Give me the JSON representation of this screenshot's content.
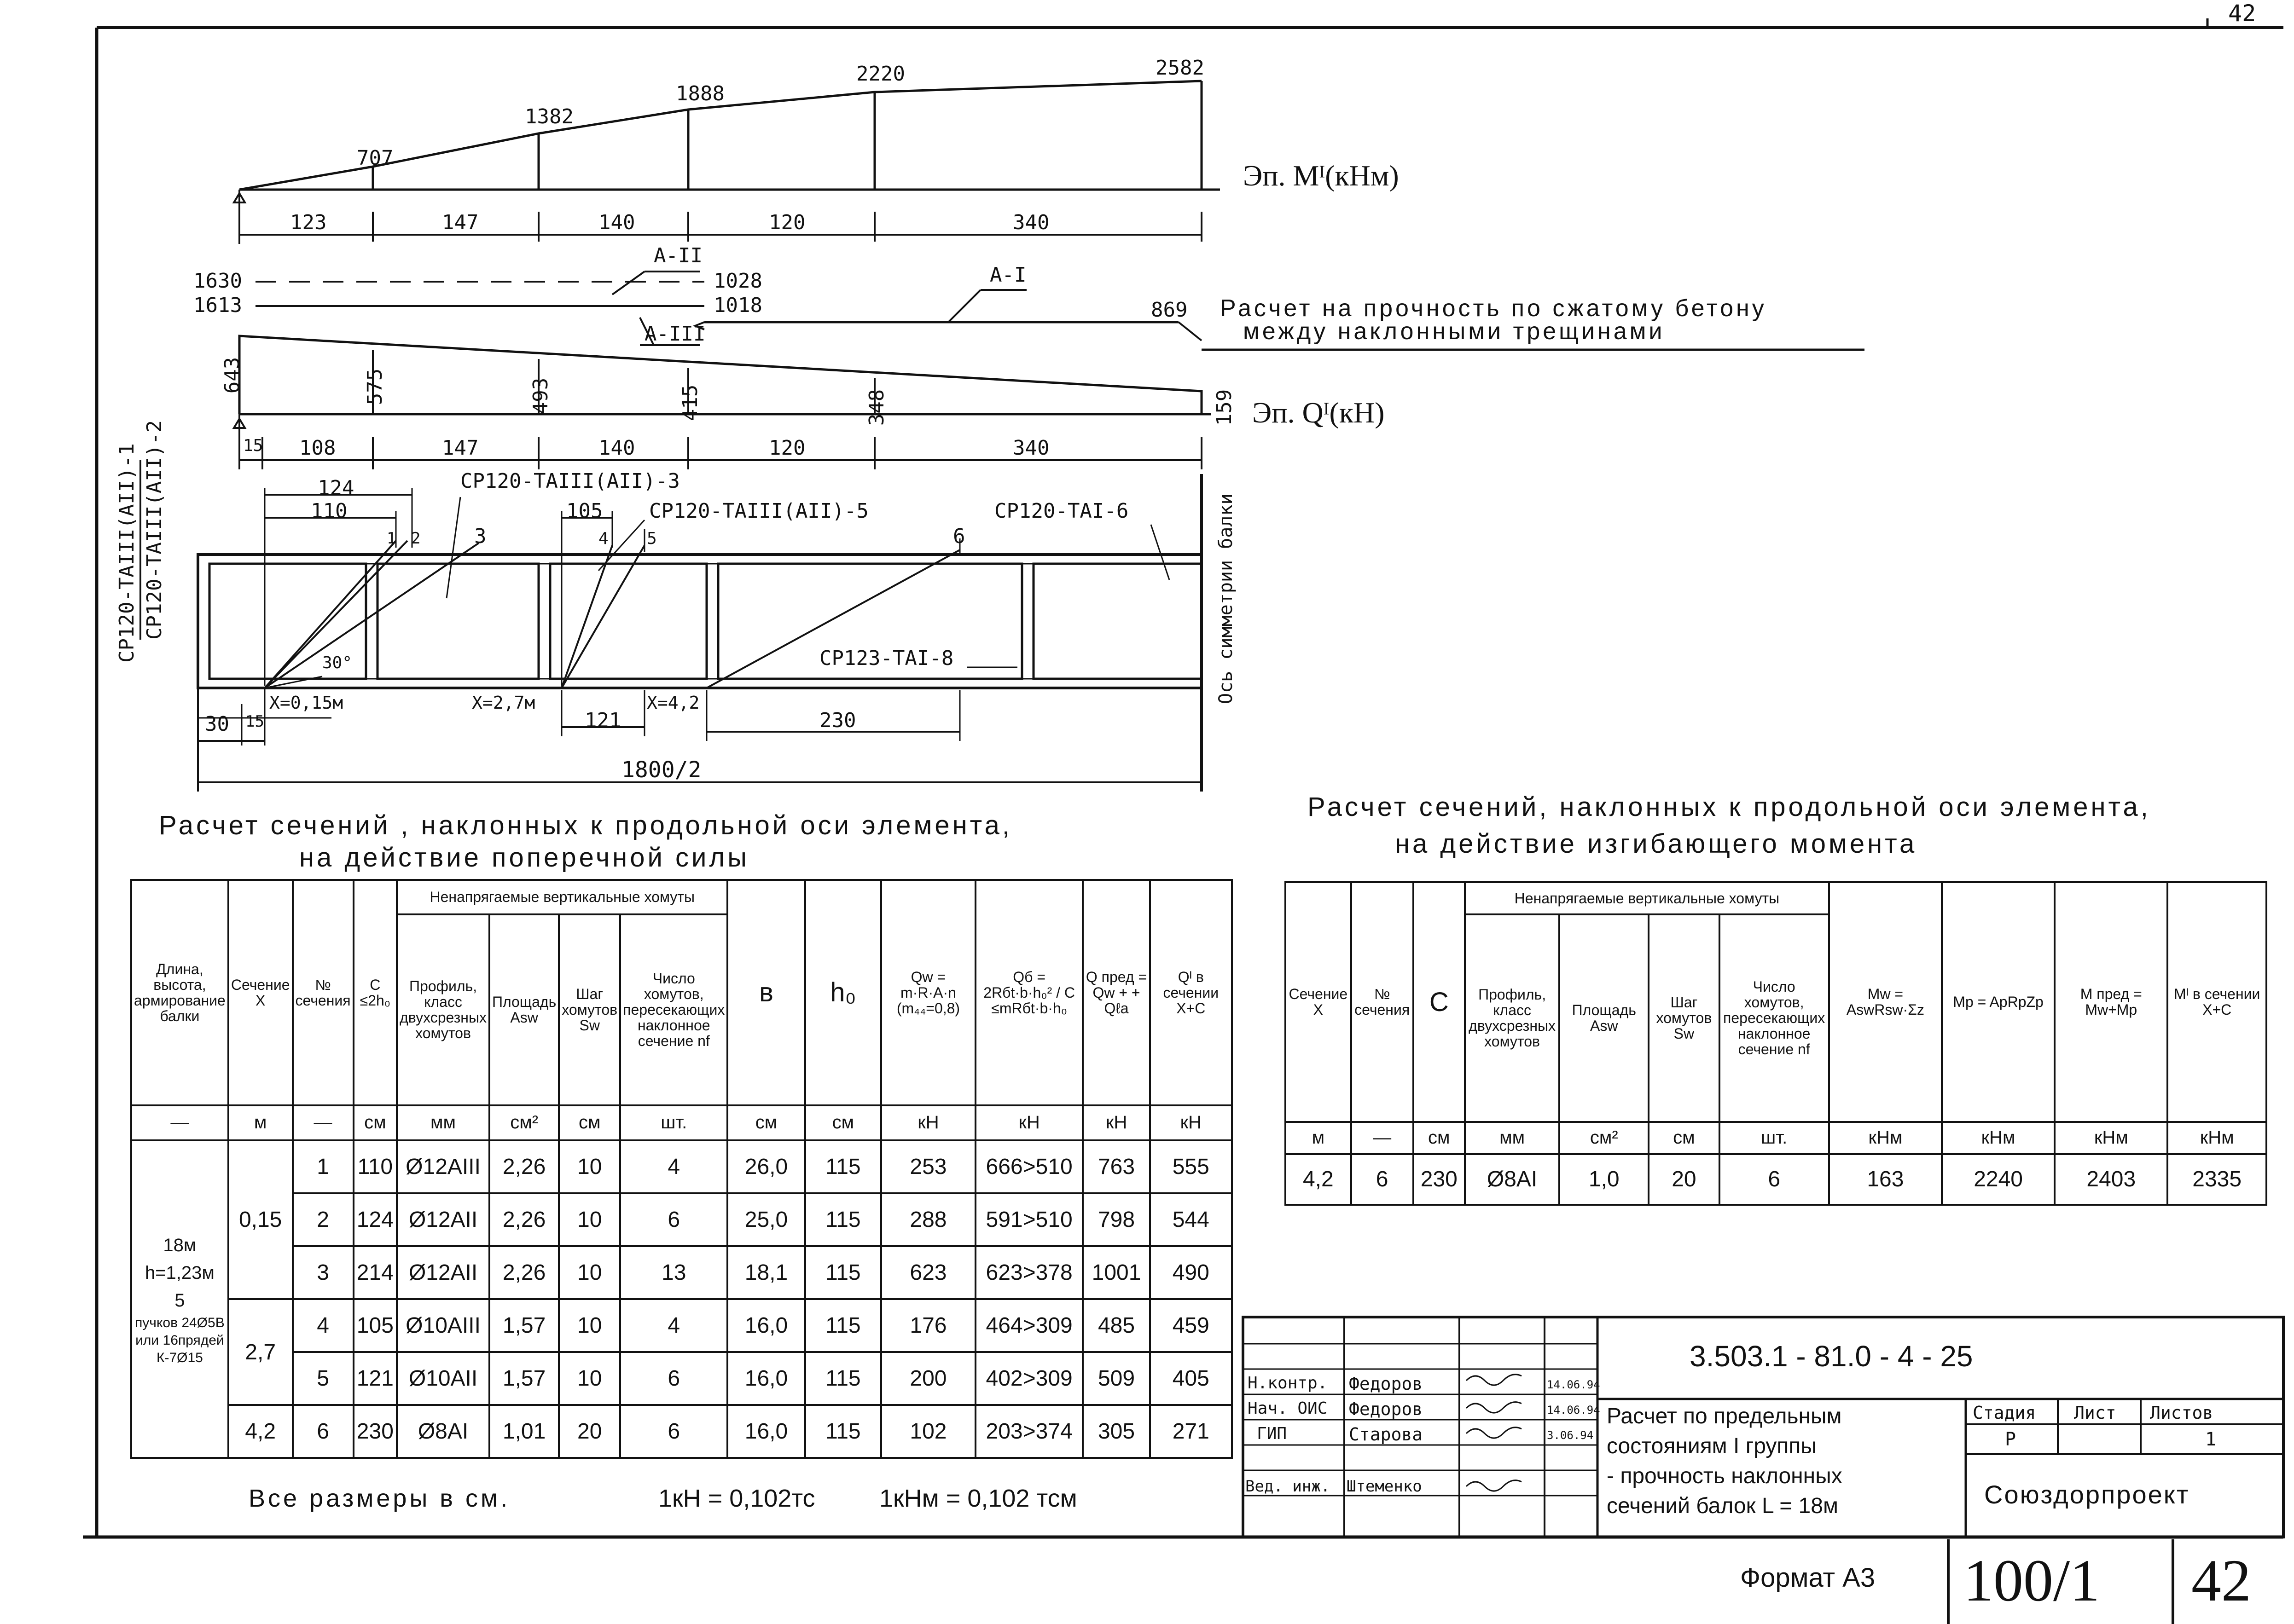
{
  "corner_page": "42",
  "moment_diagram": {
    "label": "Эп. Mᴵ(кНм)",
    "values": [
      "707",
      "1382",
      "1888",
      "2220",
      "2582"
    ],
    "spans": [
      "123",
      "147",
      "140",
      "120",
      "340"
    ]
  },
  "strength_lines": {
    "left_values": [
      "1630",
      "1613"
    ],
    "mid_values": [
      "1028",
      "1018"
    ],
    "end_value": "869",
    "labels": [
      "А-II",
      "А-I",
      "А-III"
    ],
    "note_line1": "Расчет на прочность по сжатому бетону",
    "note_line2": "между наклонными трещинами"
  },
  "shear_diagram": {
    "label": "Эп. Qᴵ(кН)",
    "values": [
      "643",
      "575",
      "493",
      "415",
      "348",
      "159"
    ],
    "spans": [
      "15",
      "108",
      "147",
      "140",
      "120",
      "340"
    ]
  },
  "beam": {
    "dims_top": [
      "124",
      "110",
      "105"
    ],
    "section_numbers": [
      "1",
      "2",
      "3",
      "4",
      "5",
      "6"
    ],
    "rebar_labels": [
      "СР120-ТАIII(АII)-1",
      "СР120-ТАIII(АII)-2",
      "СР120-ТАIII(АII)-3",
      "СР120-ТАIII(АII)-5",
      "СР120-ТАI-6",
      "СР123-ТАI-8"
    ],
    "angle": "30°",
    "x_marks": [
      "X=0,15м",
      "X=2,7м",
      "X=4,2"
    ],
    "bottom_dims": [
      "30",
      "15",
      "121",
      "230"
    ],
    "total": "1800/2",
    "axis_label": "Ось симметрии балки"
  },
  "table1": {
    "title_line1": "Расчет сечений , наклонных к продольной оси элемента,",
    "title_line2": "на действие поперечной силы",
    "headers": {
      "length": "Длина, высота, армирование балки",
      "section": "Сечение X",
      "number": "№ сечения",
      "c": "C ≤2h₀",
      "group": "Ненапрягаемые вертикальные хомуты",
      "profile": "Профиль, класс двухсрезных хомутов",
      "area": "Площадь Asw",
      "step": "Шаг хомутов Sw",
      "count": "Число хомутов, пересекающих наклонное сечение nf",
      "b": "в",
      "h0": "h₀",
      "qw": "Qw = m·R·A·n (m₄₄=0,8)",
      "qb": "Qб = 2Rбt·b·h₀² / C ≤mRбt·b·h₀",
      "qpred": "Q пред = Qw + + Qℓa",
      "qi": "Qᴵ в сечении X+C"
    },
    "units": [
      "—",
      "м",
      "—",
      "см",
      "мм",
      "см²",
      "см",
      "шт.",
      "см",
      "см",
      "кН",
      "кН",
      "кН",
      "кН"
    ],
    "beam_text": [
      "18м",
      "h=1,23м",
      "5",
      "пучков 24Ø5В или 16прядей К-7Ø15"
    ],
    "rows": [
      {
        "x": "0,15",
        "n": "1",
        "c": "110",
        "profile": "Ø12АIII",
        "a": "2,26",
        "s": "10",
        "nf": "4",
        "b": "26,0",
        "h0": "115",
        "qw": "253",
        "qb": "666>510",
        "qp": "763",
        "qi": "555"
      },
      {
        "x": "",
        "n": "2",
        "c": "124",
        "profile": "Ø12АII",
        "a": "2,26",
        "s": "10",
        "nf": "6",
        "b": "25,0",
        "h0": "115",
        "qw": "288",
        "qb": "591>510",
        "qp": "798",
        "qi": "544"
      },
      {
        "x": "",
        "n": "3",
        "c": "214",
        "profile": "Ø12АII",
        "a": "2,26",
        "s": "10",
        "nf": "13",
        "b": "18,1",
        "h0": "115",
        "qw": "623",
        "qb": "623>378",
        "qp": "1001",
        "qi": "490"
      },
      {
        "x": "2,7",
        "n": "4",
        "c": "105",
        "profile": "Ø10АIII",
        "a": "1,57",
        "s": "10",
        "nf": "4",
        "b": "16,0",
        "h0": "115",
        "qw": "176",
        "qb": "464>309",
        "qp": "485",
        "qi": "459"
      },
      {
        "x": "",
        "n": "5",
        "c": "121",
        "profile": "Ø10АII",
        "a": "1,57",
        "s": "10",
        "nf": "6",
        "b": "16,0",
        "h0": "115",
        "qw": "200",
        "qb": "402>309",
        "qp": "509",
        "qi": "405"
      },
      {
        "x": "4,2",
        "n": "6",
        "c": "230",
        "profile": "Ø8АI",
        "a": "1,01",
        "s": "20",
        "nf": "6",
        "b": "16,0",
        "h0": "115",
        "qw": "102",
        "qb": "203>374",
        "qp": "305",
        "qi": "271"
      }
    ]
  },
  "table2": {
    "title_line1": "Расчет сечений, наклонных к продольной оси элемента,",
    "title_line2": "на действие изгибающего момента",
    "headers": {
      "section": "Сечение X",
      "number": "№ сечения",
      "c": "C",
      "group": "Ненапрягаемые вертикальные хомуты",
      "profile": "Профиль, класс двухсрезных хомутов",
      "area": "Площадь Asw",
      "step": "Шаг хомутов Sw",
      "count": "Число хомутов, пересекающих наклонное сечение nf",
      "mw": "Mw = AswRsw·Σz",
      "mp": "Mp = ApRpZp",
      "mpred": "M пред = Mw+Mp",
      "mi": "Mᴵ в сечении X+C"
    },
    "units": [
      "м",
      "—",
      "см",
      "мм",
      "см²",
      "см",
      "шт.",
      "кНм",
      "кНм",
      "кНм",
      "кНм"
    ],
    "row": {
      "x": "4,2",
      "n": "6",
      "c": "230",
      "profile": "Ø8АI",
      "a": "1,0",
      "s": "20",
      "nf": "6",
      "mw": "163",
      "mp": "2240",
      "mpred": "2403",
      "mi": "2335"
    }
  },
  "notes": {
    "sizes": "Все размеры в см.",
    "conv1": "1кН = 0,102тс",
    "conv2": "1кНм = 0,102 тсм"
  },
  "title_block": {
    "code": "3.503.1 - 81.0 - 4 - 25",
    "roles": [
      "Н.контр.",
      "Нач. ОИС",
      "ГИП",
      "Вед. инж."
    ],
    "names": [
      "Федоров",
      "Федоров",
      "Старова",
      "Штеменко"
    ],
    "dates": [
      "14.06.94",
      "14.06.94",
      "3.06.94",
      ""
    ],
    "desc_line1": "Расчет по предельным",
    "desc_line2": "состояниям I группы",
    "desc_line3": "- прочность наклонных",
    "desc_line4": "сечений балок L = 18м",
    "stage_h": "Стадия",
    "sheet_h": "Лист",
    "sheets_h": "Листов",
    "stage": "Р",
    "sheets": "1",
    "org": "Союздорпроект"
  },
  "footer": {
    "format": "Формат А3",
    "album": "100/1",
    "page": "42"
  }
}
